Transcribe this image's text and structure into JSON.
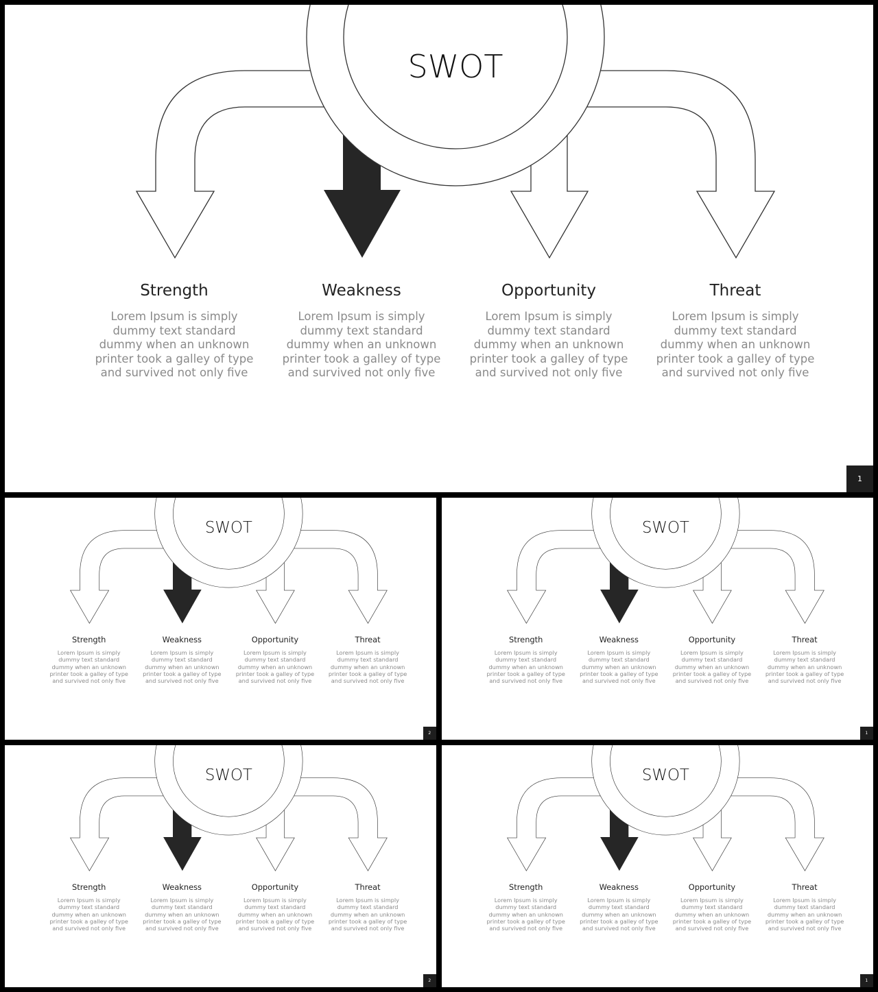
{
  "colors": {
    "background": "#ffffff",
    "dark_arrow": "#262626",
    "outline": "#333333",
    "desc_text": "#8a8a8a",
    "badge": "#1e1e1e"
  },
  "slides": [
    {
      "title": "SWOT",
      "page_number": "1",
      "items": [
        {
          "label": "Strength",
          "desc_lines": [
            "Lorem Ipsum is simply",
            "dummy text standard",
            "dummy when an unknown",
            "printer took a galley of type",
            "and survived not only five"
          ]
        },
        {
          "label": "Weakness",
          "desc_lines": [
            "Lorem Ipsum is simply",
            "dummy text standard",
            "dummy when an unknown",
            "printer took a galley of type",
            "and survived not only five"
          ]
        },
        {
          "label": "Opportunity",
          "desc_lines": [
            "Lorem Ipsum is simply",
            "dummy text standard",
            "dummy when an unknown",
            "printer took a galley of type",
            "and survived not only five"
          ]
        },
        {
          "label": "Threat",
          "desc_lines": [
            "Lorem Ipsum is simply",
            "dummy text standard",
            "dummy when an unknown",
            "printer took a galley of type",
            "and survived not only five"
          ]
        }
      ]
    },
    {
      "title": "SWOT",
      "page_number": "2",
      "items": [
        {
          "label": "Strength",
          "desc_lines": [
            "Lorem Ipsum is simply",
            "dummy text standard",
            "dummy when an unknown",
            "printer took a galley of type",
            "and survived not only five"
          ]
        },
        {
          "label": "Weakness",
          "desc_lines": [
            "Lorem Ipsum is simply",
            "dummy text standard",
            "dummy when an unknown",
            "printer took a galley of type",
            "and survived not only five"
          ]
        },
        {
          "label": "Opportunity",
          "desc_lines": [
            "Lorem Ipsum is simply",
            "dummy text standard",
            "dummy when an unknown",
            "printer took a galley of type",
            "and survived not only five"
          ]
        },
        {
          "label": "Threat",
          "desc_lines": [
            "Lorem Ipsum is simply",
            "dummy text standard",
            "dummy when an unknown",
            "printer took a galley of type",
            "and survived not only five"
          ]
        }
      ]
    },
    {
      "title": "SWOT",
      "page_number": "1",
      "items": [
        {
          "label": "Strength",
          "desc_lines": [
            "Lorem Ipsum is simply",
            "dummy text standard",
            "dummy when an unknown",
            "printer took a galley of type",
            "and survived not only five"
          ]
        },
        {
          "label": "Weakness",
          "desc_lines": [
            "Lorem Ipsum is simply",
            "dummy text standard",
            "dummy when an unknown",
            "printer took a galley of type",
            "and survived not only five"
          ]
        },
        {
          "label": "Opportunity",
          "desc_lines": [
            "Lorem Ipsum is simply",
            "dummy text standard",
            "dummy when an unknown",
            "printer took a galley of type",
            "and survived not only five"
          ]
        },
        {
          "label": "Threat",
          "desc_lines": [
            "Lorem Ipsum is simply",
            "dummy text standard",
            "dummy when an unknown",
            "printer took a galley of type",
            "and survived not only five"
          ]
        }
      ]
    },
    {
      "title": "SWOT",
      "page_number": "2",
      "items": [
        {
          "label": "Strength",
          "desc_lines": [
            "Lorem Ipsum is simply",
            "dummy text standard",
            "dummy when an unknown",
            "printer took a galley of type",
            "and survived not only five"
          ]
        },
        {
          "label": "Weakness",
          "desc_lines": [
            "Lorem Ipsum is simply",
            "dummy text standard",
            "dummy when an unknown",
            "printer took a galley of type",
            "and survived not only five"
          ]
        },
        {
          "label": "Opportunity",
          "desc_lines": [
            "Lorem Ipsum is simply",
            "dummy text standard",
            "dummy when an unknown",
            "printer took a galley of type",
            "and survived not only five"
          ]
        },
        {
          "label": "Threat",
          "desc_lines": [
            "Lorem Ipsum is simply",
            "dummy text standard",
            "dummy when an unknown",
            "printer took a galley of type",
            "and survived not only five"
          ]
        }
      ]
    },
    {
      "title": "SWOT",
      "page_number": "1",
      "items": [
        {
          "label": "Strength",
          "desc_lines": [
            "Lorem Ipsum is simply",
            "dummy text standard",
            "dummy when an unknown",
            "printer took a galley of type",
            "and survived not only five"
          ]
        },
        {
          "label": "Weakness",
          "desc_lines": [
            "Lorem Ipsum is simply",
            "dummy text standard",
            "dummy when an unknown",
            "printer took a galley of type",
            "and survived not only five"
          ]
        },
        {
          "label": "Opportunity",
          "desc_lines": [
            "Lorem Ipsum is simply",
            "dummy text standard",
            "dummy when an unknown",
            "printer took a galley of type",
            "and survived not only five"
          ]
        },
        {
          "label": "Threat",
          "desc_lines": [
            "Lorem Ipsum is simply",
            "dummy text standard",
            "dummy when an unknown",
            "printer took a galley of type",
            "and survived not only five"
          ]
        }
      ]
    }
  ]
}
